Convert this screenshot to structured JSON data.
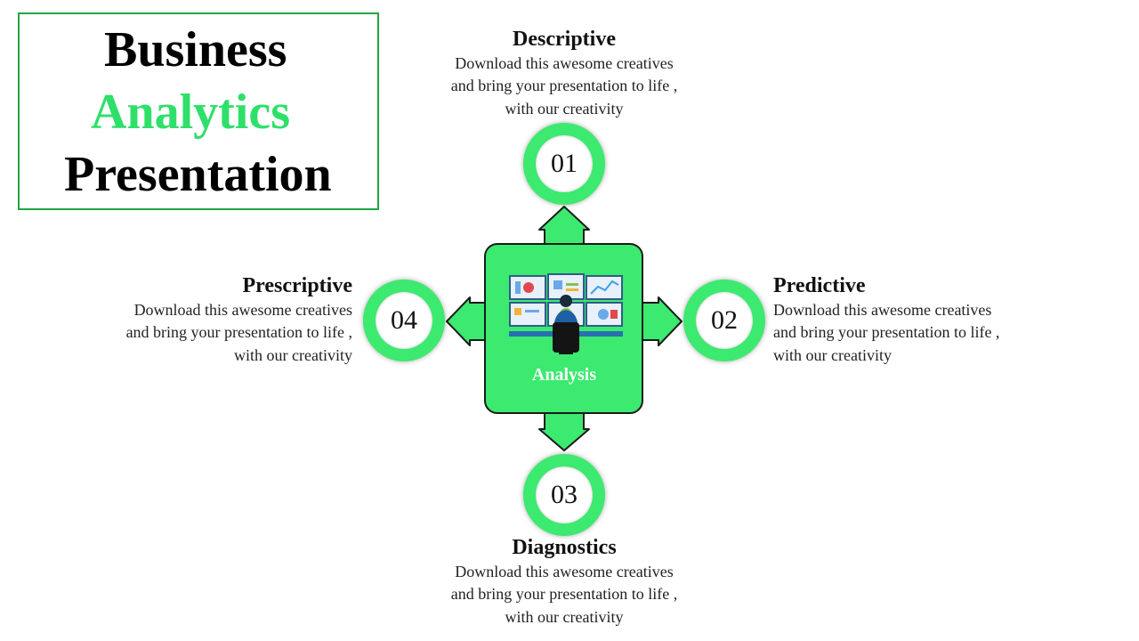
{
  "title": {
    "line1": "Business",
    "line2": "Analytics",
    "line3": "Presentation"
  },
  "center": {
    "label": "Analysis",
    "icon": "monitoring-analyst-icon"
  },
  "steps": [
    {
      "number": "01",
      "heading": "Descriptive",
      "lines": [
        "Download this awesome creatives",
        "and bring your presentation  to life ,",
        "with our creativity"
      ]
    },
    {
      "number": "02",
      "heading": "Predictive",
      "lines": [
        "Download this awesome creatives",
        "and bring your presentation  to life ,",
        "with our creativity"
      ]
    },
    {
      "number": "03",
      "heading": "Diagnostics",
      "lines": [
        "Download this awesome creatives",
        "and bring your presentation  to life ,",
        "with our creativity"
      ]
    },
    {
      "number": "04",
      "heading": "Prescriptive",
      "lines": [
        "Download this awesome creatives",
        "and bring your presentation  to life ,",
        "with our creativity"
      ]
    }
  ],
  "colors": {
    "accent": "#3bea6f",
    "title_green": "#2ee06a",
    "border": "#22a743"
  }
}
